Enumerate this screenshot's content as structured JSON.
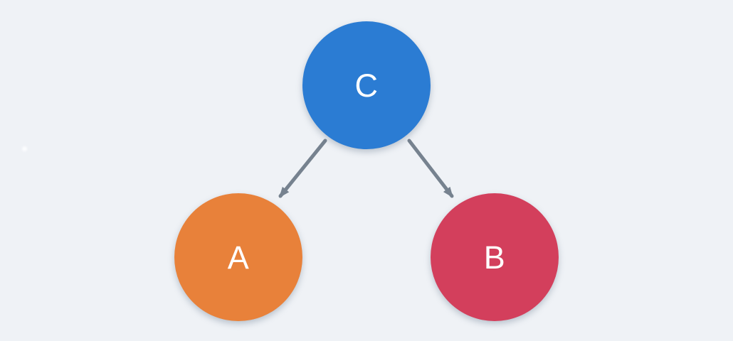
{
  "diagram": {
    "background_color": "#eff2f6",
    "edge_color": "#76828f",
    "node_label_color": "#ffffff",
    "nodes": [
      {
        "id": "C",
        "label": "C",
        "color": "#2b7cd3",
        "position": "top-center"
      },
      {
        "id": "A",
        "label": "A",
        "color": "#e8813a",
        "position": "bottom-left"
      },
      {
        "id": "B",
        "label": "B",
        "color": "#d33f5c",
        "position": "bottom-right"
      }
    ],
    "edges": [
      {
        "from": "C",
        "to": "A",
        "arrow": "to"
      },
      {
        "from": "C",
        "to": "B",
        "arrow": "to"
      }
    ]
  }
}
